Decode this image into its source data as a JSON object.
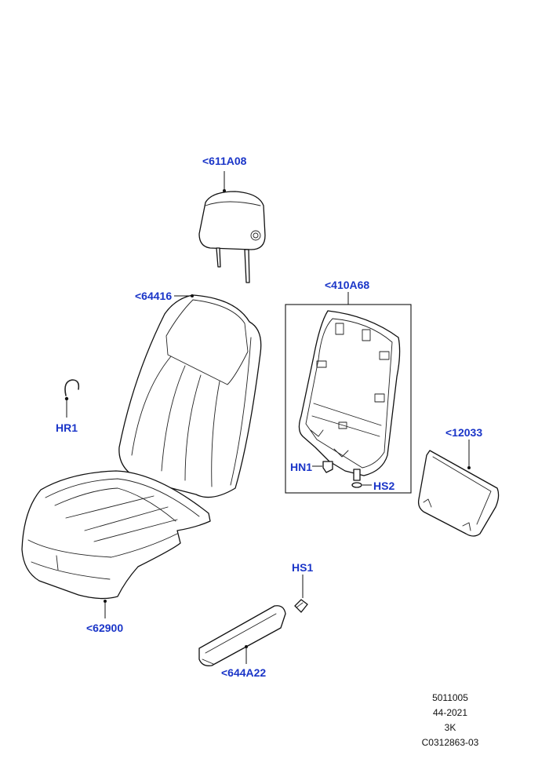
{
  "callouts": {
    "headrest": "<611A08",
    "backrest_cover": "<64416",
    "backrest_panel": "<410A68",
    "clip_hr1": "HR1",
    "nut_hn1": "HN1",
    "screw_hs2": "HS2",
    "trim_panel": "<12033",
    "cushion_cover": "<62900",
    "screw_hs1": "HS1",
    "side_trim": "<644A22"
  },
  "info_block": [
    "5011005",
    "44-2021",
    "3K",
    "C0312863-03"
  ],
  "colors": {
    "callout": "#1a35c8",
    "line": "#111111",
    "background": "#ffffff"
  }
}
